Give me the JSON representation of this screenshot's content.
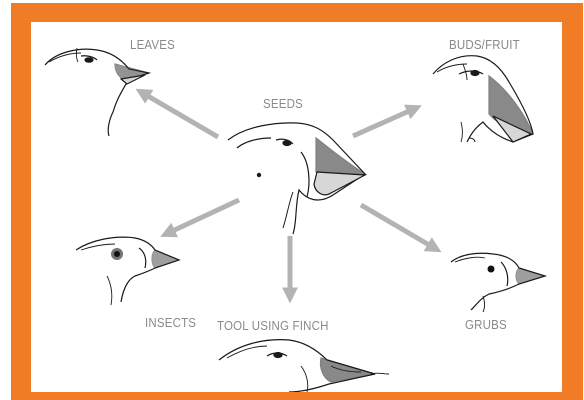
{
  "diagram": {
    "center": {
      "label": "SEEDS"
    },
    "nodes": [
      {
        "id": "leaves",
        "label": "LEAVES"
      },
      {
        "id": "buds",
        "label": "BUDS/FRUIT"
      },
      {
        "id": "insects",
        "label": "INSECTS"
      },
      {
        "id": "tool",
        "label": "TOOL USING FINCH"
      },
      {
        "id": "grubs",
        "label": "GRUBS"
      }
    ]
  },
  "colors": {
    "frame": "#f07d26",
    "arrow": "#b3b3b3",
    "label": "#8a8a8a",
    "ink": "#1a1a1a"
  }
}
